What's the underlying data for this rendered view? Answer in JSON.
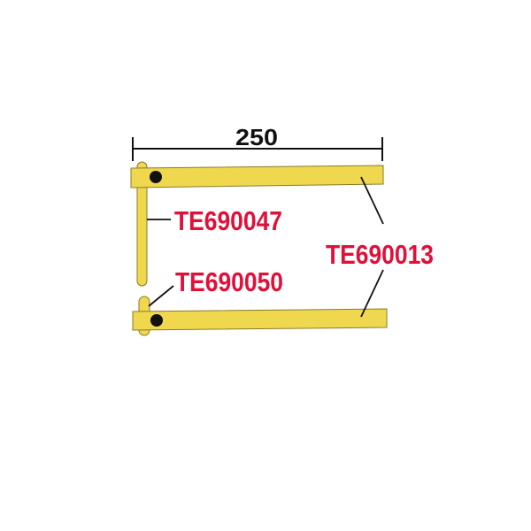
{
  "dimension": {
    "value": "250"
  },
  "labels": {
    "rod": "TE690047",
    "pin": "TE690050",
    "arms": "TE690013"
  },
  "colors": {
    "part_fill": "#f0d84e",
    "outline": "#8a7a2a",
    "label": "#e0103a",
    "line": "#111111"
  }
}
